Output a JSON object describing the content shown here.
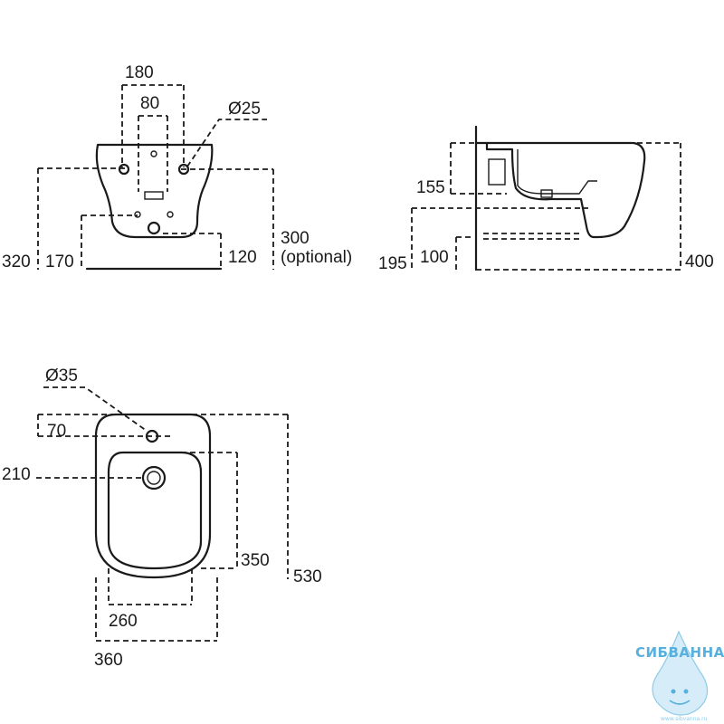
{
  "front_view": {
    "dims": {
      "width_holes": "180",
      "inner_width": "80",
      "hole_diameter": "Ø25",
      "overall_height": "320",
      "left_height": "170",
      "right_height": "120",
      "optional_height": "300",
      "optional_note": "(optional)"
    }
  },
  "side_view": {
    "dims": {
      "upper_offset": "155",
      "total_height": "195",
      "lower_offset": "100",
      "depth": "400"
    }
  },
  "top_view": {
    "dims": {
      "tap_hole_diameter": "Ø35",
      "tap_hole_offset": "70",
      "drain_offset": "210",
      "bowl_length": "350",
      "overall_length": "530",
      "bowl_width": "260",
      "overall_width": "360"
    }
  },
  "watermark": {
    "brand": "СИБВАННА",
    "url": "www.sibvanna.ru",
    "color": "#3aa3d8"
  }
}
